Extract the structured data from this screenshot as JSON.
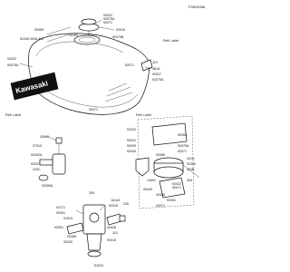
{
  "diagram": {
    "code": "F2610066",
    "tank_logo": "Kawasaki",
    "refl_labels": [
      "Refl. Label",
      "Refl. Label",
      "Refl. Label"
    ],
    "part_numbers": {
      "p51049": "51049-1006-A/C",
      "p92059": "92059",
      "p92022a": "92022",
      "p92075a": "92075A",
      "p92071a": "92071",
      "p11009": "11009",
      "p92015a": "92015",
      "p92075b": "92075B",
      "p92055": "92055",
      "p92075c": "92075A",
      "p92071b": "92071",
      "p92071c": "92071",
      "p92065": "92065",
      "p92022b": "92022",
      "p92075d": "92075A",
      "p110": "110",
      "p461a": "461A",
      "p92027": "92027",
      "p92075e": "92075A",
      "p92071d": "92071",
      "p43060": "43060",
      "p27010": "27010",
      "p92022c": "92022A",
      "p92027b": "92027",
      "p220": "220C",
      "p92055b": "92055A",
      "p14091": "14091",
      "p92022d": "92022",
      "p92071e": "92071",
      "p400": "400",
      "p209": "209",
      "p16144": "16144",
      "p92015b": "92015",
      "p230": "230",
      "p92171": "92171",
      "p92001a": "92001",
      "p51023a": "51023",
      "p92001b": "92001",
      "p43028": "43028",
      "p110b": "110",
      "p92065b": "92065",
      "p92043": "92043",
      "p92051": "92051",
      "p92015c": "92015",
      "p51023b": "51023",
      "p92200": "92200",
      "p431b": "431B",
      "p92049": "92049",
      "p92055c": "92055",
      "p92071f": "92071",
      "p431a": "431A",
      "p92022e": "92022",
      "p92009": "92009",
      "p92044": "92044",
      "p51022": "51022"
    }
  }
}
